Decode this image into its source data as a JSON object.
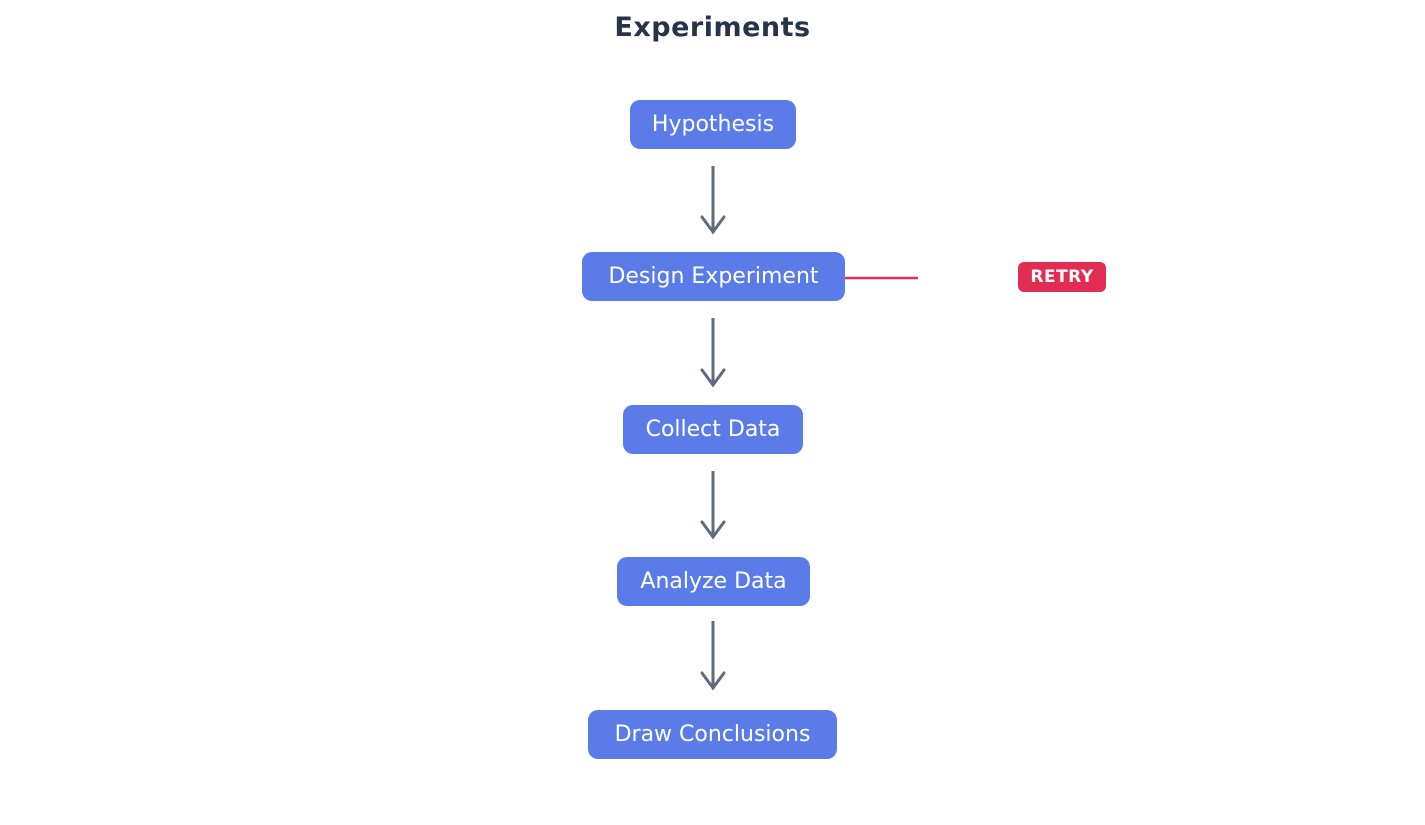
{
  "diagram": {
    "title": "Experiments",
    "type": "flowchart",
    "direction": "top-down",
    "nodes": [
      {
        "id": "hypothesis",
        "label": "Hypothesis"
      },
      {
        "id": "design-experiment",
        "label": "Design Experiment"
      },
      {
        "id": "collect-data",
        "label": "Collect Data"
      },
      {
        "id": "analyze-data",
        "label": "Analyze Data"
      },
      {
        "id": "draw-conclusions",
        "label": "Draw Conclusions"
      }
    ],
    "edges": [
      {
        "from": "hypothesis",
        "to": "design-experiment"
      },
      {
        "from": "design-experiment",
        "to": "collect-data"
      },
      {
        "from": "collect-data",
        "to": "analyze-data"
      },
      {
        "from": "analyze-data",
        "to": "draw-conclusions"
      },
      {
        "to": "design-experiment",
        "label": "RETRY",
        "style": "highlight",
        "direction": "right-to-left"
      }
    ],
    "retry_badge": "RETRY",
    "colors": {
      "background": "#ffffff",
      "node_fill": "#5b7ce8",
      "node_text": "#ffffff",
      "arrow": "#5e6b80",
      "retry_fill": "#e22c52",
      "retry_text": "#ffffff",
      "title_text": "#263449"
    }
  }
}
